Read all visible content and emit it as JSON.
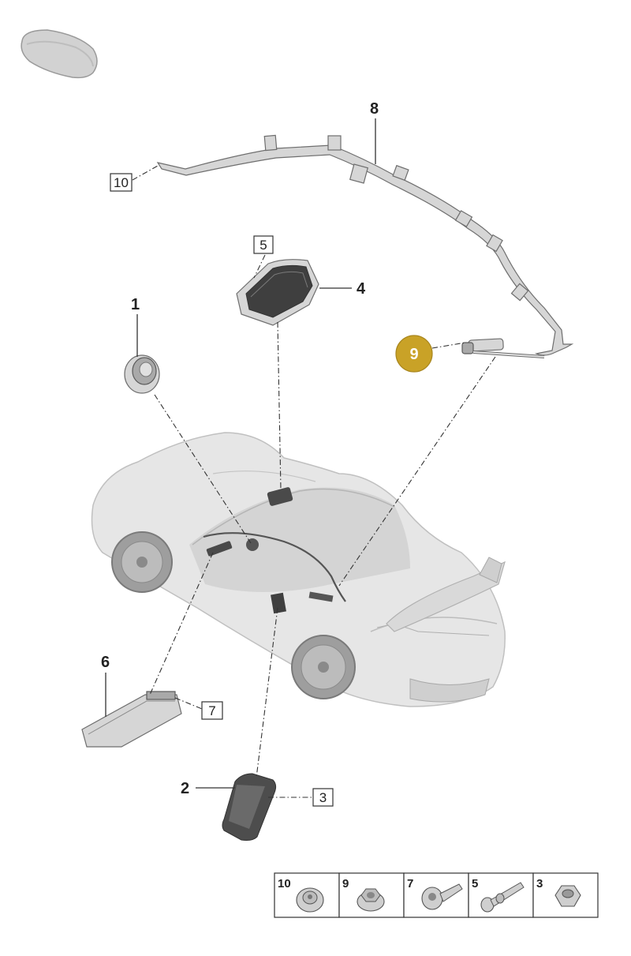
{
  "callouts": [
    {
      "id": "1",
      "text": "1"
    },
    {
      "id": "2",
      "text": "2"
    },
    {
      "id": "4",
      "text": "4"
    },
    {
      "id": "6",
      "text": "6"
    },
    {
      "id": "8",
      "text": "8"
    },
    {
      "id": "9",
      "text": "9"
    }
  ],
  "boxed_labels": [
    {
      "id": "10",
      "text": "10"
    },
    {
      "id": "5",
      "text": "5"
    },
    {
      "id": "7",
      "text": "7"
    },
    {
      "id": "3",
      "text": "3"
    }
  ],
  "highlight": {
    "part": "9",
    "color": "#c9a227"
  },
  "hardware_table": [
    {
      "number": "10",
      "icon": "collar-nut-icon"
    },
    {
      "number": "9",
      "icon": "hex-flange-nut-icon"
    },
    {
      "number": "7",
      "icon": "torx-bolt-icon"
    },
    {
      "number": "5",
      "icon": "long-bolt-icon"
    },
    {
      "number": "3",
      "icon": "hex-nut-icon"
    }
  ]
}
